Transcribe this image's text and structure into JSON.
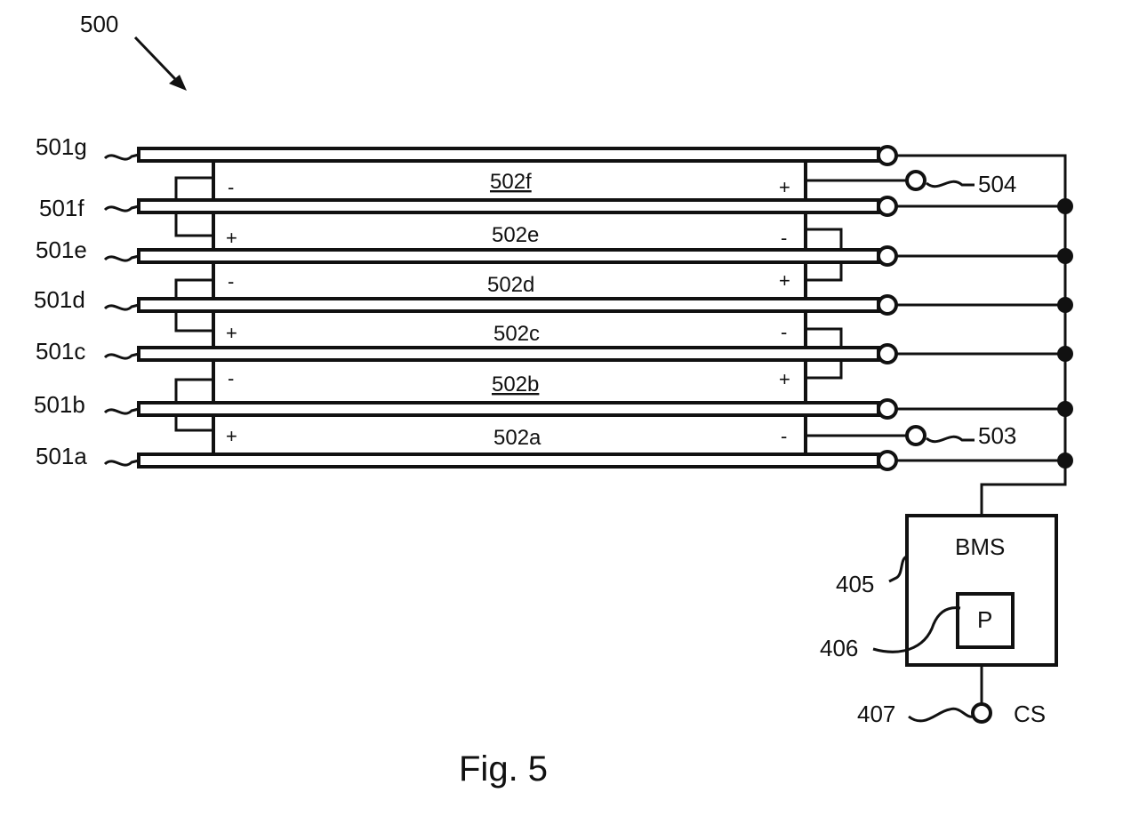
{
  "figure": {
    "ref": "500",
    "caption": "Fig. 5"
  },
  "plates": [
    {
      "label": "501g"
    },
    {
      "label": "501f"
    },
    {
      "label": "501e"
    },
    {
      "label": "501d"
    },
    {
      "label": "501c"
    },
    {
      "label": "501b"
    },
    {
      "label": "501a"
    }
  ],
  "cells": [
    {
      "label": "502f",
      "left_sign": "-",
      "right_sign": "+"
    },
    {
      "label": "502e",
      "left_sign": "+",
      "right_sign": "-"
    },
    {
      "label": "502d",
      "left_sign": "-",
      "right_sign": "+"
    },
    {
      "label": "502c",
      "left_sign": "+",
      "right_sign": "-"
    },
    {
      "label": "502b",
      "left_sign": "-",
      "right_sign": "+"
    },
    {
      "label": "502a",
      "left_sign": "+",
      "right_sign": "-"
    }
  ],
  "terminals": {
    "top": "504",
    "bottom": "503"
  },
  "bms": {
    "label": "BMS",
    "ref": "405",
    "processor_label": "P",
    "processor_ref": "406",
    "output_ref": "407",
    "output_label": "CS"
  }
}
